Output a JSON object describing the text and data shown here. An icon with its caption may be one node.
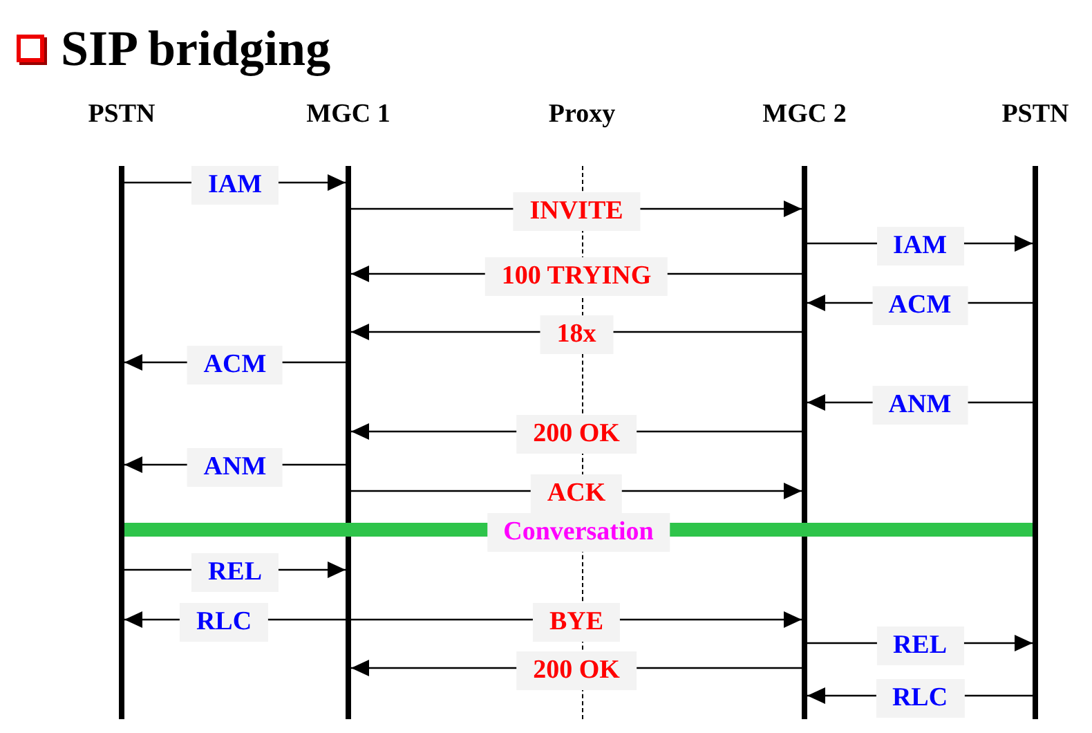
{
  "diagram": {
    "title": "SIP bridging",
    "nodes": [
      {
        "text": [
          "PSTN"
        ]
      },
      {
        "text": [
          "MGC 1"
        ]
      },
      {
        "text": [
          "Proxy"
        ]
      },
      {
        "text": [
          "MGC 2"
        ]
      },
      {
        "text": [
          "PSTN"
        ]
      }
    ],
    "edges": [
      {
        "from": 0,
        "to": 1,
        "arrow": "to",
        "label": "IAM"
      },
      {
        "from": 1,
        "to": 3,
        "arrow": "to",
        "label": "INVITE"
      },
      {
        "from": 3,
        "to": 4,
        "arrow": "to",
        "label": "IAM"
      },
      {
        "from": 3,
        "to": 1,
        "arrow": "to",
        "label": "100 TRYING"
      },
      {
        "from": 4,
        "to": 3,
        "arrow": "to",
        "label": "ACM"
      },
      {
        "from": 3,
        "to": 1,
        "arrow": "to",
        "label": "18x"
      },
      {
        "from": 1,
        "to": 0,
        "arrow": "to",
        "label": "ACM"
      },
      {
        "from": 4,
        "to": 3,
        "arrow": "to",
        "label": "ANM"
      },
      {
        "from": 3,
        "to": 1,
        "arrow": "to",
        "label": "200 OK"
      },
      {
        "from": 1,
        "to": 0,
        "arrow": "to",
        "label": "ANM"
      },
      {
        "from": 1,
        "to": 3,
        "arrow": "to",
        "label": "ACK"
      },
      {
        "from": 0,
        "to": 4,
        "arrow": "none",
        "label": "Conversation",
        "style": "thick",
        "color": "#2ec44a"
      },
      {
        "from": 0,
        "to": 1,
        "arrow": "to",
        "label": "REL"
      },
      {
        "from": 1,
        "to": 0,
        "arrow": "to",
        "label": "RLC"
      },
      {
        "from": 1,
        "to": 3,
        "arrow": "to",
        "label": "BYE"
      },
      {
        "from": 3,
        "to": 4,
        "arrow": "to",
        "label": "REL"
      },
      {
        "from": 3,
        "to": 1,
        "arrow": "to",
        "label": "200 OK"
      },
      {
        "from": 4,
        "to": 3,
        "arrow": "to",
        "label": "RLC"
      }
    ]
  }
}
